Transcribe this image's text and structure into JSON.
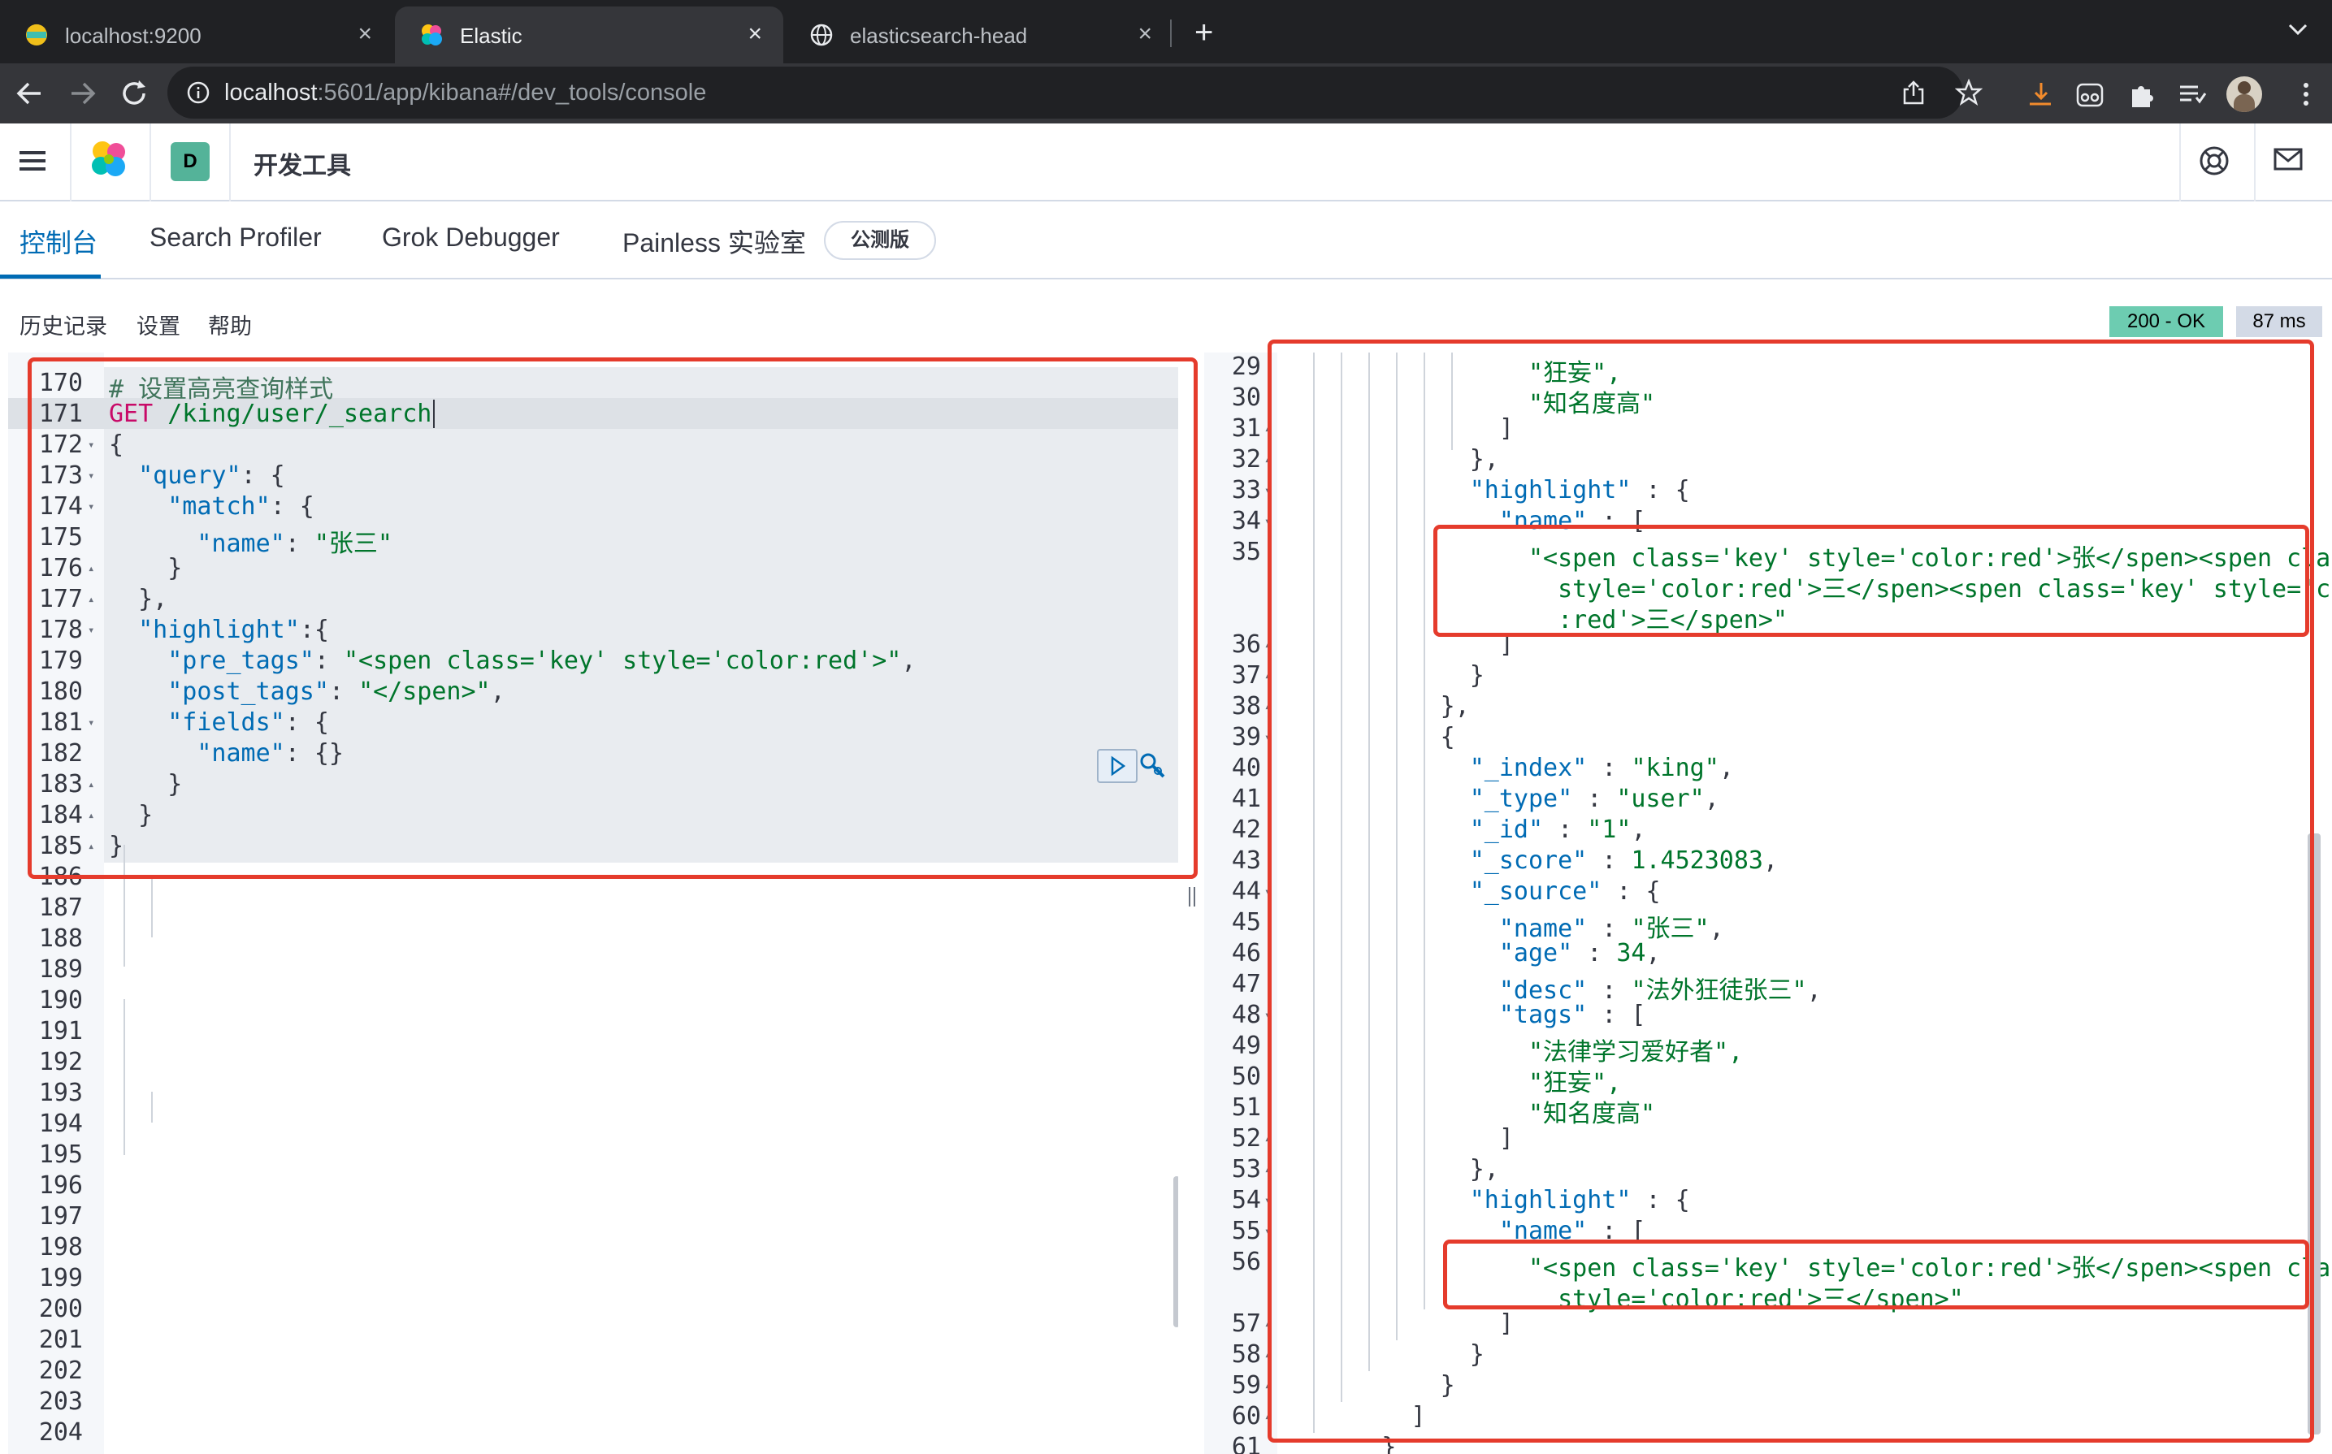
{
  "browser": {
    "tabs": [
      {
        "title": "localhost:9200",
        "icon": "elasticsearch-favicon-icon"
      },
      {
        "title": "Elastic",
        "icon": "elastic-favicon-icon"
      },
      {
        "title": "elasticsearch-head",
        "icon": "globe-icon"
      }
    ],
    "url_host": "localhost",
    "url_rest": ":5601/app/kibana#/dev_tools/console"
  },
  "kibana": {
    "space_initial": "D",
    "breadcrumb": "开发工具",
    "tabs": [
      "控制台",
      "Search Profiler",
      "Grok Debugger",
      "Painless 实验室"
    ],
    "beta_badge": "公测版",
    "links": [
      "历史记录",
      "设置",
      "帮助"
    ],
    "status": "200 - OK",
    "time": "87 ms"
  },
  "request": {
    "line_numbers": [
      "170",
      "171",
      "172",
      "173",
      "174",
      "175",
      "176",
      "177",
      "178",
      "179",
      "180",
      "181",
      "182",
      "183",
      "184",
      "185",
      "186",
      "187",
      "188",
      "189",
      "190",
      "191",
      "192",
      "193",
      "194",
      "195",
      "196",
      "197",
      "198",
      "199",
      "200",
      "201",
      "202",
      "203",
      "204"
    ],
    "comment": "# 设置高亮查询样式",
    "method": "GET",
    "path": "/king/user/_search",
    "k_query": "\"query\"",
    "k_match": "\"match\"",
    "k_name": "\"name\"",
    "v_name": "\"张三\"",
    "k_highlight": "\"highlight\"",
    "k_pre_tags": "\"pre_tags\"",
    "v_pre_tags": "\"<spen class='key' style='color:red'>\"",
    "k_post_tags": "\"post_tags\"",
    "v_post_tags": "\"</spen>\"",
    "k_fields": "\"fields\"",
    "k_fname": "\"name\""
  },
  "response": {
    "line_numbers": [
      "29",
      "30",
      "31",
      "32",
      "33",
      "34",
      "35",
      "36",
      "37",
      "38",
      "39",
      "40",
      "41",
      "42",
      "43",
      "44",
      "45",
      "46",
      "47",
      "48",
      "49",
      "50",
      "51",
      "52",
      "53",
      "54",
      "55",
      "56",
      "57",
      "58",
      "59",
      "60",
      "61"
    ],
    "tag_kuangwang": "\"狂妄\",",
    "tag_zhiming": "\"知名度高\"",
    "k_highlight": "\"highlight\"",
    "k_name": "\"name\"",
    "hl1_line1": "\"<spen class='key' style='color:red'>张</spen><spen class='key'",
    "hl1_line2": "style='color:red'>三</spen><spen class='key' style='color",
    "hl1_line3": ":red'>三</spen>\"",
    "k_index": "\"_index\"",
    "v_index": "\"king\"",
    "k_type": "\"_type\"",
    "v_type": "\"user\"",
    "k_id": "\"_id\"",
    "v_id": "\"1\"",
    "k_score": "\"_score\"",
    "v_score": "1.4523083",
    "k_source": "\"_source\"",
    "v_name": "\"张三\"",
    "k_age": "\"age\"",
    "v_age": "34",
    "k_desc": "\"desc\"",
    "v_desc": "\"法外狂徒张三\"",
    "k_tags": "\"tags\"",
    "tag_falv": "\"法律学习爱好者\",",
    "hl2_line1": "\"<spen class='key' style='color:red'>张</spen><spen class='key'",
    "hl2_line2": "style='color:red'>三</spen>\""
  },
  "colors": {
    "accent": "#006bb4",
    "status_ok": "#6dccb1",
    "annotation_red": "#e53b2c"
  }
}
